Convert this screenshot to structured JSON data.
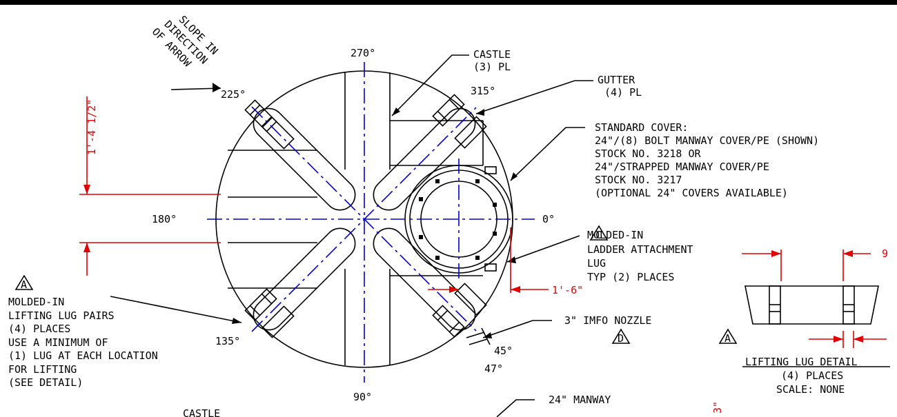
{
  "slope_note": [
    "SLOPE IN",
    "DIRECTION",
    "OF ARROW"
  ],
  "angles": {
    "a0": "0°",
    "a45": "45°",
    "a47": "47°",
    "a90": "90°",
    "a135": "135°",
    "a180": "180°",
    "a225": "225°",
    "a270": "270°",
    "a315": "315°"
  },
  "dims": {
    "d1": "1'-4 1/2\"",
    "d2": "1'-6\"",
    "d3": "9",
    "d4": "3\""
  },
  "castle": [
    "CASTLE",
    "(3) PL"
  ],
  "castle_bottom": "CASTLE",
  "gutter": [
    "GUTTER",
    "(4) PL"
  ],
  "standard_cover": [
    "STANDARD COVER:",
    "24\"/(8) BOLT MANWAY COVER/PE (SHOWN)",
    "STOCK NO. 3218 OR",
    "24\"/STRAPPED MANWAY COVER/PE",
    "STOCK NO. 3217",
    "(OPTIONAL 24\" COVERS AVAILABLE)"
  ],
  "ladder_lug": [
    "MOLDED-IN",
    "LADDER ATTACHMENT",
    "LUG",
    "TYP (2) PLACES"
  ],
  "lifting_lug": [
    "MOLDED-IN",
    "LIFTING LUG PAIRS",
    "(4) PLACES",
    "USE A MINIMUM OF",
    "(1) LUG AT EACH LOCATION",
    "FOR LIFTING",
    "(SEE DETAIL)"
  ],
  "nozzle": "3\" IMFO NOZZLE",
  "manway": "24\" MANWAY",
  "detail": [
    "LIFTING LUG DETAIL",
    "(4) PLACES",
    "SCALE: NONE"
  ],
  "markers": {
    "a": "A",
    "c": "C",
    "d": "D"
  }
}
